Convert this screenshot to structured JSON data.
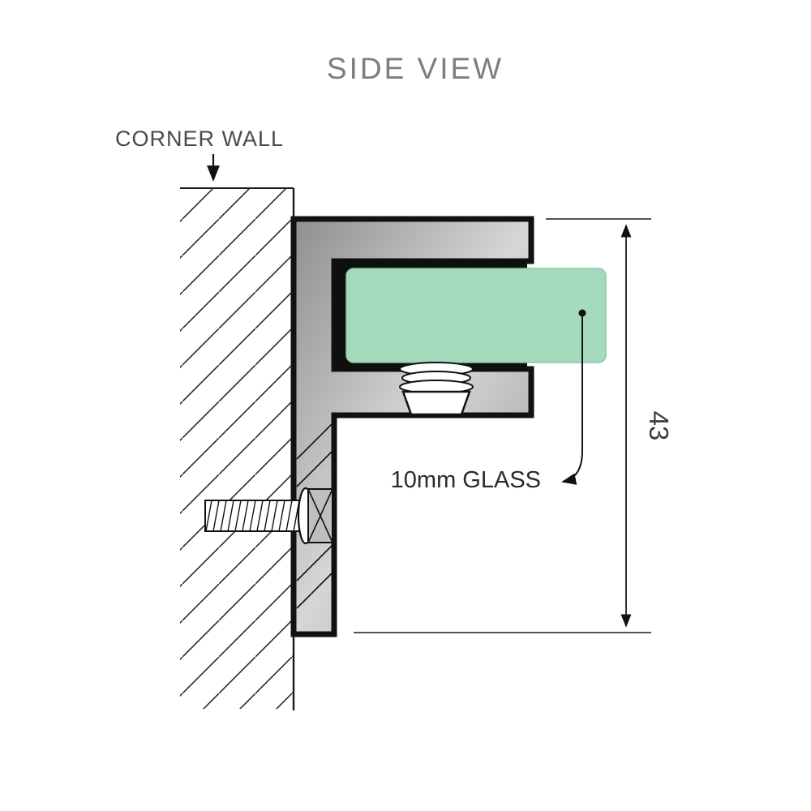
{
  "title": "SIDE VIEW",
  "labels": {
    "corner_wall": "CORNER WALL",
    "glass": "10mm GLASS",
    "dimension": "43"
  },
  "colors": {
    "glass": "#a5dabd",
    "glass_edge": "#8cc7a8",
    "bracket_dark": "#8f8f8f",
    "bracket_mid": "#d6d6d6",
    "bracket_dark2": "#9a9a9a",
    "gasket": "#0f0f0f",
    "outline": "#111111",
    "line": "#1a1a1a",
    "title_text": "#7e7e7e",
    "label_text": "#4a4a4a",
    "glass_label_text": "#2b2b2b",
    "dim_text": "#3f3f3f"
  }
}
